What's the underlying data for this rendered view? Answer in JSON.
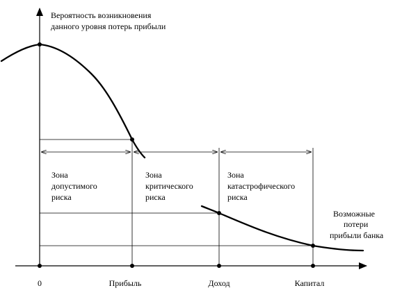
{
  "y_axis_label": {
    "line1": "Вероятность возникновения",
    "line2": "данного уровня потерь прибыли"
  },
  "x_axis_label": {
    "line1": "Возможные",
    "line2": "потери",
    "line3": "прибыли банка"
  },
  "ticks": [
    {
      "label": "0"
    },
    {
      "label": "Прибыль"
    },
    {
      "label": "Доход"
    },
    {
      "label": "Капитал"
    }
  ],
  "zones": [
    {
      "line1": "Зона",
      "line2": "допустимого",
      "line3": "риска"
    },
    {
      "line1": "Зона",
      "line2": "критического",
      "line3": "риска"
    },
    {
      "line1": "Зона",
      "line2": "катастрофического",
      "line3": "риска"
    }
  ],
  "colors": {
    "line": "#000000",
    "background": "#ffffff"
  }
}
